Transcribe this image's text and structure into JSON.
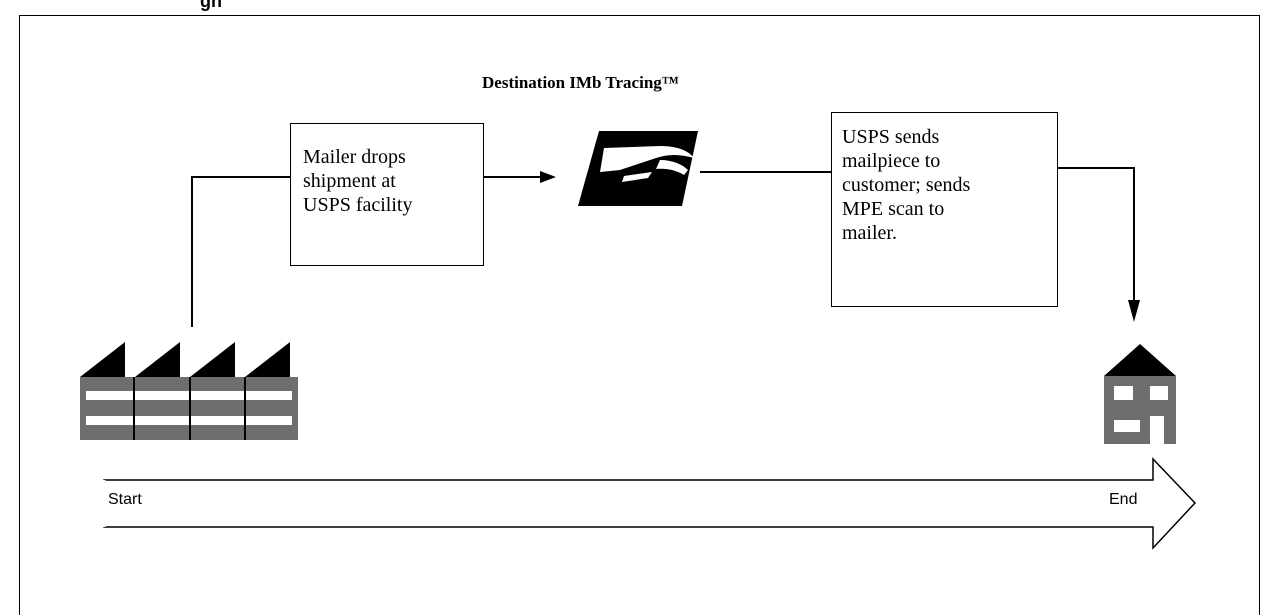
{
  "cut_heading": "gn",
  "title": "Destination IMb Tracing™",
  "steps": [
    {
      "lines": [
        "Mailer drops",
        "shipment at",
        "USPS facility"
      ]
    },
    {
      "lines": [
        "USPS sends",
        "mailpiece to",
        "customer; sends",
        "MPE scan to",
        "mailer."
      ]
    }
  ],
  "timeline": {
    "start_label": "Start",
    "end_label": "End"
  },
  "icons": {
    "origin": "factory-icon",
    "hub": "usps-eagle-logo-icon",
    "destination": "house-icon"
  },
  "colors": {
    "stroke": "#000000",
    "building": "#6e6e6e",
    "ink": "#000000"
  }
}
